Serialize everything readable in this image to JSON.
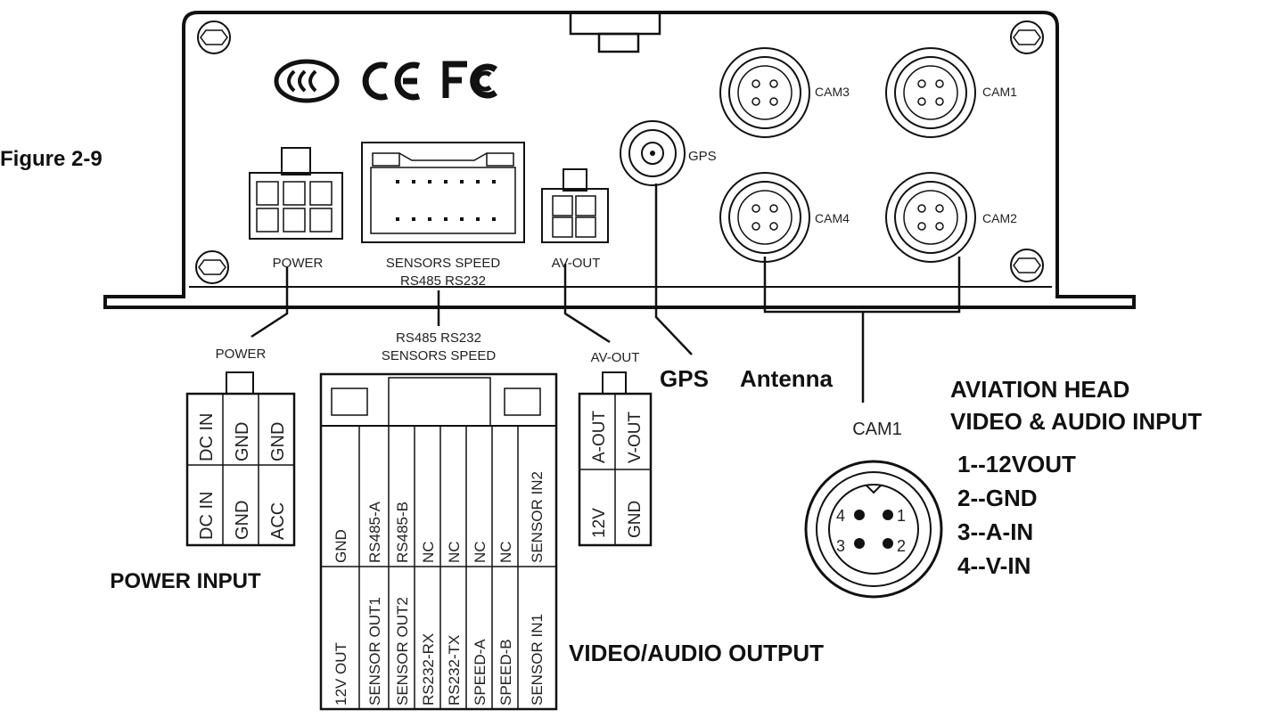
{
  "figure_label": "Figure 2-9",
  "certifications": [
    "CCC",
    "CE",
    "FC"
  ],
  "panel": {
    "power_label": "POWER",
    "sensors_label_1": "SENSORS SPEED",
    "sensors_label_2": "RS485 RS232",
    "avout_label": "AV-OUT",
    "gps_label": "GPS",
    "cams": [
      "CAM3",
      "CAM1",
      "CAM4",
      "CAM2"
    ]
  },
  "power": {
    "title": "POWER",
    "caption": "POWER INPUT",
    "pins": [
      "DC IN",
      "GND",
      "GND",
      "DC IN",
      "GND",
      "ACC"
    ]
  },
  "sensors": {
    "title_1": "RS485 RS232",
    "title_2": "SENSORS SPEED",
    "caption": "VIDEO/AUDIO OUTPUT",
    "top_row": [
      "GND",
      "RS485-A",
      "RS485-B",
      "NC",
      "NC",
      "NC",
      "NC",
      "SENSOR  IN2"
    ],
    "bottom_row": [
      "12V  OUT",
      "SENSOR  OUT1",
      "SENSOR  OUT2",
      "RS232-RX",
      "RS232-TX",
      "SPEED-A",
      "SPEED-B",
      "SENSOR  IN1"
    ]
  },
  "avout": {
    "title": "AV-OUT",
    "pins": [
      "A-OUT",
      "V-OUT",
      "12V",
      "GND"
    ]
  },
  "gps": {
    "label_1": "GPS",
    "label_2": "Antenna"
  },
  "cam_detail": {
    "label": "CAM1",
    "heading_1": "AVIATION HEAD",
    "heading_2": "VIDEO & AUDIO INPUT",
    "pin_numbers": [
      "4",
      "1",
      "3",
      "2"
    ],
    "pin_list": [
      "1--12VOUT",
      "2--GND",
      "3--A-IN",
      "4--V-IN"
    ]
  }
}
